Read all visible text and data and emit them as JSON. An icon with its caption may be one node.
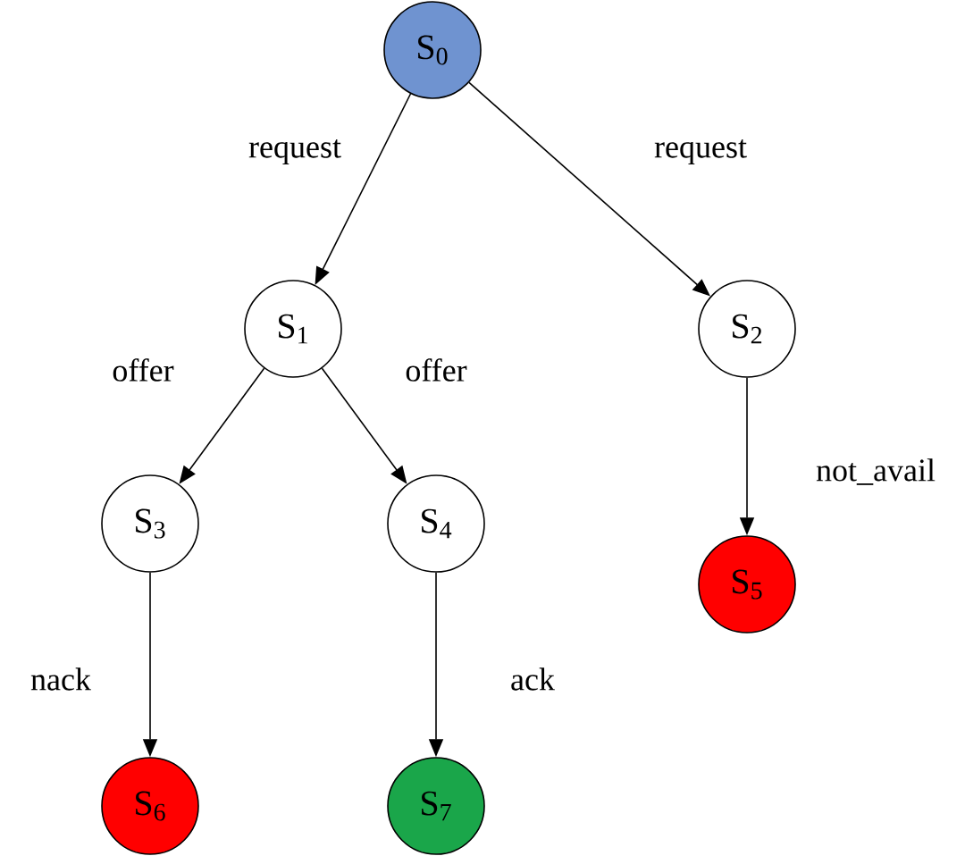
{
  "diagram": {
    "nodes": [
      {
        "text": [
          "S$_{0}$"
        ]
      },
      {
        "text": [
          "S$_{1}$"
        ]
      },
      {
        "text": [
          "S$_{2}$"
        ]
      },
      {
        "text": [
          "S$_{3}$"
        ]
      },
      {
        "text": [
          "S$_{4}$"
        ]
      },
      {
        "text": [
          "S$_{5}$"
        ]
      },
      {
        "text": [
          "S$_{6}$"
        ]
      },
      {
        "text": [
          "S$_{7}$"
        ]
      }
    ],
    "edges": [
      {
        "from": 0,
        "to": 1,
        "arrow": "to",
        "label": "request"
      },
      {
        "from": 0,
        "to": 2,
        "arrow": "to",
        "label": "request"
      },
      {
        "from": 1,
        "to": 3,
        "arrow": "to",
        "label": "offer"
      },
      {
        "from": 1,
        "to": 4,
        "arrow": "to",
        "label": "offer"
      },
      {
        "from": 2,
        "to": 5,
        "arrow": "to",
        "label": "not_avail"
      },
      {
        "from": 3,
        "to": 6,
        "arrow": "to",
        "label": "nack"
      },
      {
        "from": 4,
        "to": 7,
        "arrow": "to",
        "label": "ack"
      }
    ]
  }
}
